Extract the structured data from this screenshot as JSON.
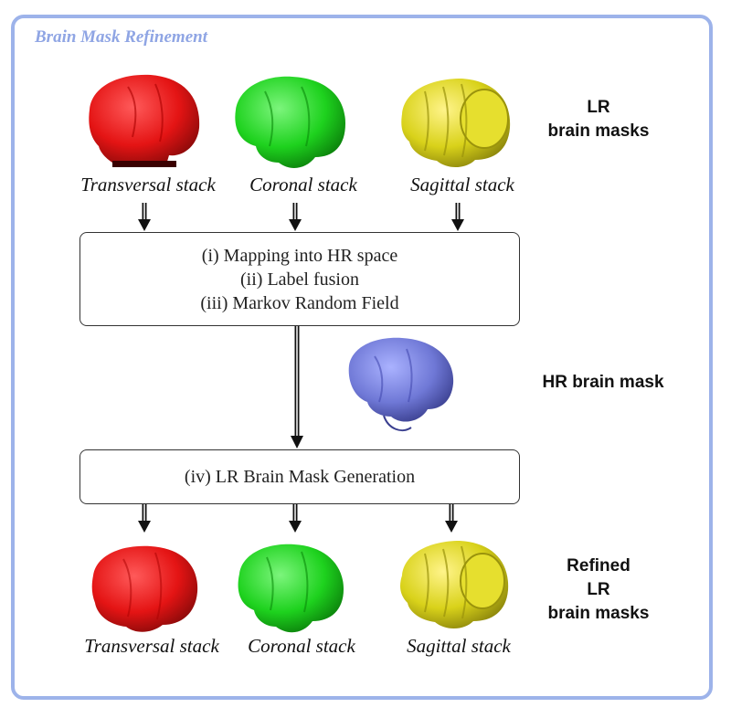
{
  "title": "Brain Mask Refinement",
  "top": {
    "side_label_line1": "LR",
    "side_label_line2": "brain masks",
    "stacks": [
      "Transversal stack",
      "Coronal stack",
      "Sagittal stack"
    ]
  },
  "process_box": {
    "lines": [
      "(i) Mapping into HR space",
      "(ii) Label fusion",
      "(iii) Markov Random Field"
    ]
  },
  "hr_label": "HR brain mask",
  "generation_box": {
    "label": "(iv) LR Brain Mask Generation"
  },
  "bottom": {
    "side_label_line1": "Refined",
    "side_label_line2": "LR",
    "side_label_line3": "brain masks",
    "stacks": [
      "Transversal stack",
      "Coronal stack",
      "Sagittal stack"
    ]
  },
  "colors": {
    "frame": "#9db3ea",
    "transversal": "#e41414",
    "coronal": "#1ed21e",
    "sagittal": "#d9d21a",
    "hr": "#6f78d6"
  }
}
